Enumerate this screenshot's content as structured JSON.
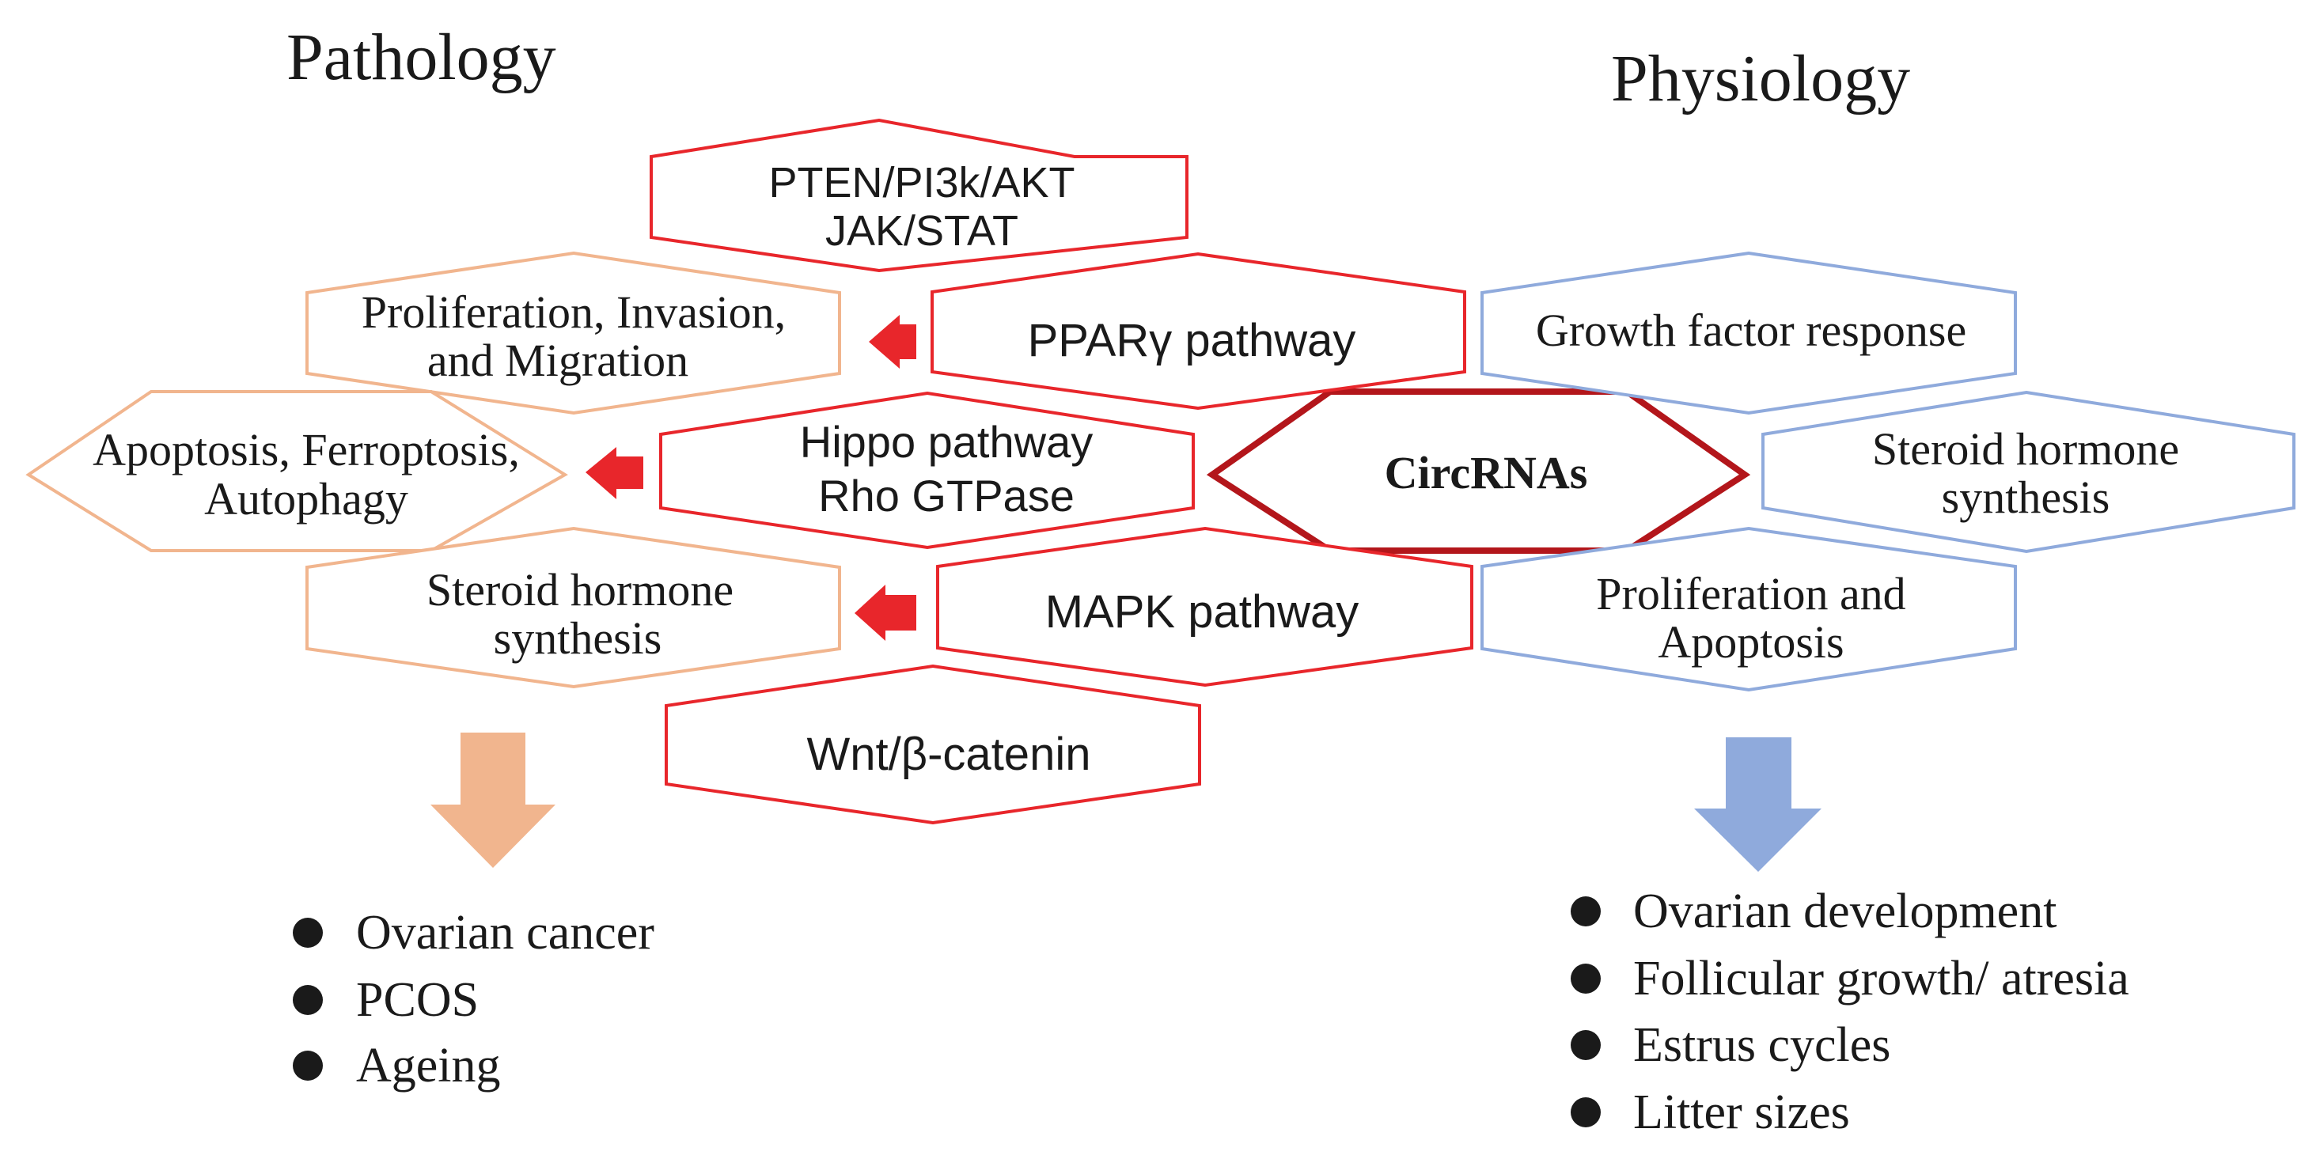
{
  "headings": {
    "pathology": "Pathology",
    "physiology": "Physiology"
  },
  "center": {
    "label": "CircRNAs"
  },
  "pathways": {
    "pten": {
      "line1": "PTEN/PI3k/AKT",
      "line2": "JAK/STAT"
    },
    "ppar": {
      "line1": "PPARγ pathway"
    },
    "hippo": {
      "line1": "Hippo pathway",
      "line2": "Rho GTPase"
    },
    "mapk": {
      "line1": "MAPK pathway"
    },
    "wnt": {
      "line1": "Wnt/β-catenin"
    }
  },
  "pathology_effects": {
    "proliferation": {
      "line1": "Proliferation, Invasion,",
      "line2": "and Migration"
    },
    "apoptosis": {
      "line1": "Apoptosis, Ferroptosis,",
      "line2": "Autophagy"
    },
    "steroid": {
      "line1": "Steroid hormone",
      "line2": "synthesis"
    }
  },
  "physiology_effects": {
    "growth": {
      "line1": "Growth factor response"
    },
    "steroid": {
      "line1": "Steroid hormone",
      "line2": "synthesis"
    },
    "proliferation": {
      "line1": "Proliferation and",
      "line2": "Apoptosis"
    }
  },
  "pathology_outcomes": [
    "Ovarian cancer",
    "PCOS",
    "Ageing"
  ],
  "physiology_outcomes": [
    "Ovarian development",
    "Follicular growth/ atresia",
    "Estrus cycles",
    "Litter sizes"
  ],
  "colors": {
    "pathway_red": "#e8262b",
    "center_dark_red": "#b3161b",
    "pathology_orange": "#f1b58e",
    "physiology_blue": "#8faadc",
    "text": "#1a1a1a"
  }
}
